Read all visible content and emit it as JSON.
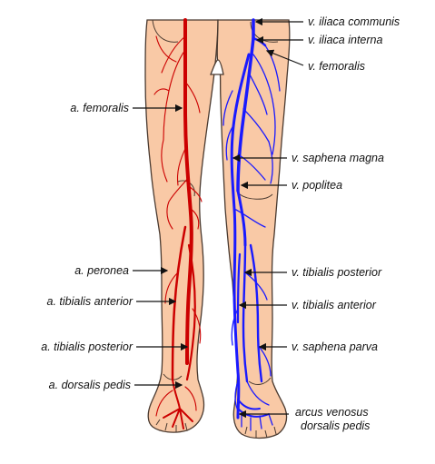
{
  "colors": {
    "skin": "#f9c9a6",
    "outline": "#4a3a30",
    "artery": "#cc0000",
    "vein": "#1a1aff",
    "text": "#111111"
  },
  "labels": {
    "left": [
      "a. femoralis",
      "a. peronea",
      "a. tibialis anterior",
      "a. tibialis posterior",
      "a. dorsalis pedis"
    ],
    "right": [
      "v. iliaca communis",
      "v. iliaca interna",
      "v. femoralis",
      "v. saphena magna",
      "v. poplitea",
      "v. tibialis posterior",
      "v. tibialis anterior",
      "v. saphena parva",
      "arcus venosus",
      "dorsalis pedis"
    ]
  }
}
